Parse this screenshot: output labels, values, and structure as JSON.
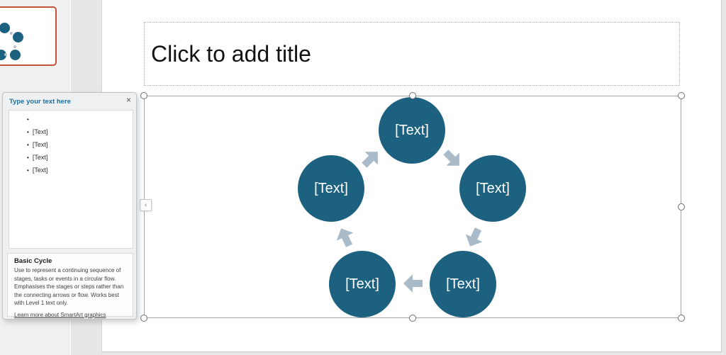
{
  "colors": {
    "node_teal": "#1D6180",
    "arrow_grey": "#A9BBC8",
    "thumbnail_border_red": "#C05338",
    "pane_header_text": "#1E6F9F"
  },
  "slide": {
    "title_placeholder": "Click to add title",
    "diagram": {
      "nodes": [
        "[Text]",
        "[Text]",
        "[Text]",
        "[Text]",
        "[Text]"
      ]
    }
  },
  "text_pane": {
    "header": "Type your text here",
    "close": "×",
    "bullet": "•",
    "items": [
      "",
      "[Text]",
      "[Text]",
      "[Text]",
      "[Text]"
    ],
    "info": {
      "title": "Basic Cycle",
      "description": "Use to represent a continuing sequence of stages, tasks or events in a circular flow. Emphasises the stages or steps rather than the connecting arrows or flow. Works best with Level 1 text only.",
      "link": "Learn more about SmartArt graphics"
    }
  },
  "ui": {
    "collapse_chevron": "‹"
  }
}
